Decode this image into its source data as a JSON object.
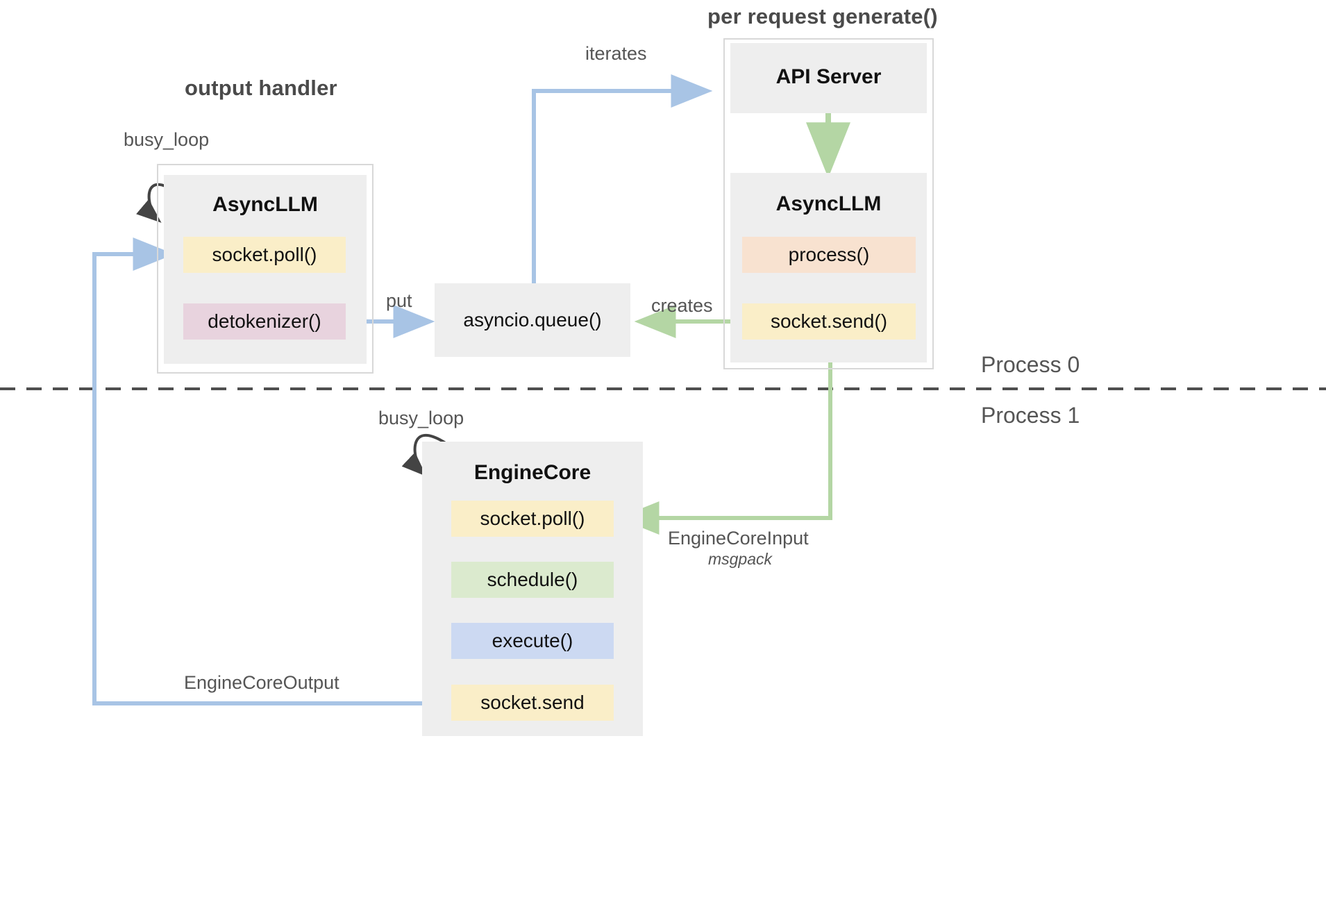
{
  "diagram": {
    "title_left": "output handler",
    "title_right": "per request generate()",
    "process_top": "Process 0",
    "process_bottom": "Process 1"
  },
  "colors": {
    "blue_arrow": "#a8c4e5",
    "green_arrow": "#b4d6a4",
    "black_arrow": "#444444",
    "box_grey": "#eeeeee",
    "outline_grey": "#d8d8d8",
    "yellow": "#faeec8",
    "pink": "#e8d3de",
    "peach": "#f8e2d0",
    "green": "#dbeace",
    "lavender": "#ccd9f2",
    "text_dark": "#111111",
    "text_grey": "#555555"
  },
  "output_handler": {
    "box_title": "AsyncLLM",
    "loop_label": "busy_loop",
    "rows": [
      {
        "label": "socket.poll()",
        "color": "yellow"
      },
      {
        "label": "detokenizer()",
        "color": "pink"
      }
    ]
  },
  "queue": {
    "label": "asyncio.queue()"
  },
  "api_server": {
    "box_title": "API Server"
  },
  "request_async_llm": {
    "box_title": "AsyncLLM",
    "rows": [
      {
        "label": "process()",
        "color": "peach"
      },
      {
        "label": "socket.send()",
        "color": "yellow"
      }
    ]
  },
  "engine_core": {
    "box_title": "EngineCore",
    "loop_label": "busy_loop",
    "rows": [
      {
        "label": "socket.poll()",
        "color": "yellow"
      },
      {
        "label": "schedule()",
        "color": "green"
      },
      {
        "label": "execute()",
        "color": "lavender"
      },
      {
        "label": "socket.send",
        "color": "yellow"
      }
    ]
  },
  "edges": [
    {
      "name": "put",
      "label": "put"
    },
    {
      "name": "iterates",
      "label": "iterates"
    },
    {
      "name": "creates",
      "label": "creates"
    },
    {
      "name": "engine-core-input",
      "label": "EngineCoreInput",
      "sub": "msgpack"
    },
    {
      "name": "engine-core-output",
      "label": "EngineCoreOutput"
    }
  ]
}
